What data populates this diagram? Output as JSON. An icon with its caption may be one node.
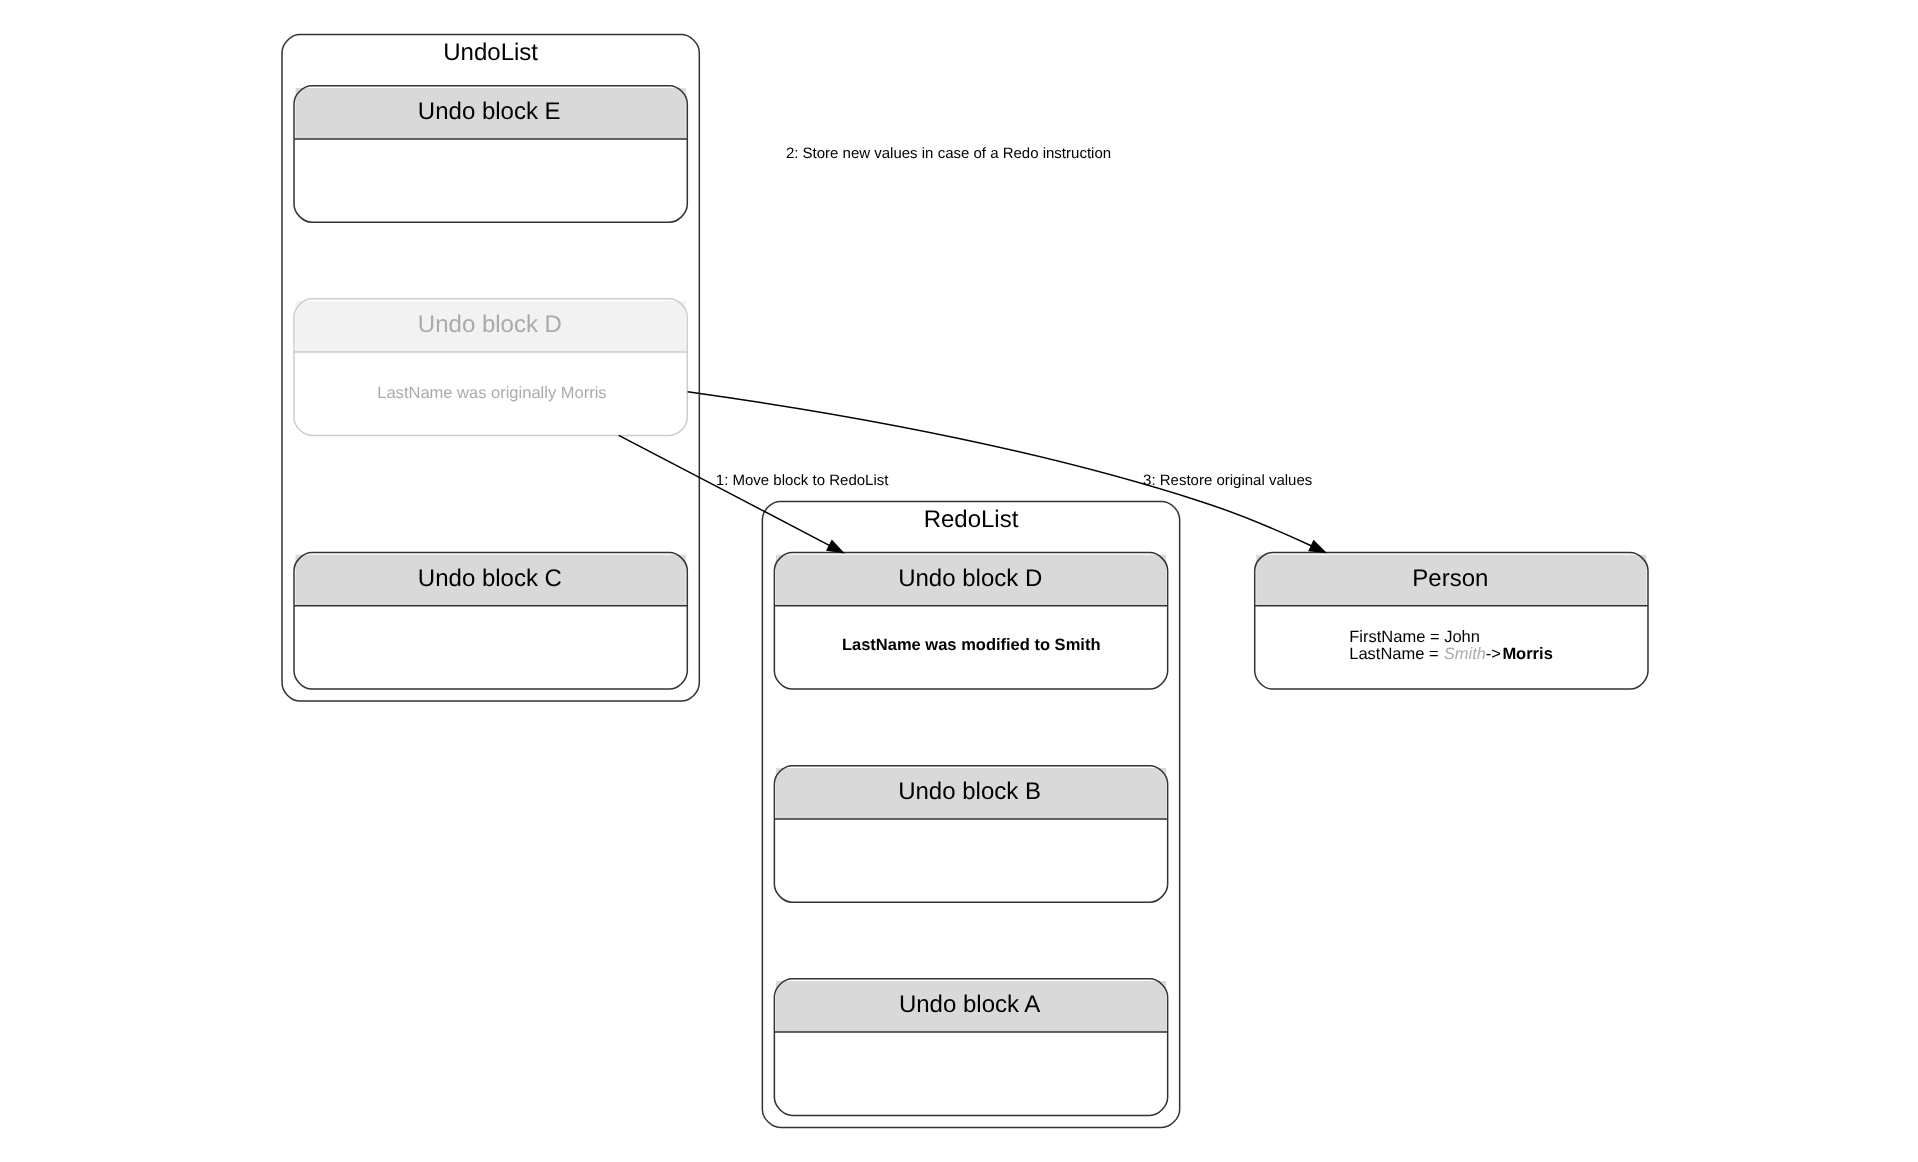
{
  "diagram": {
    "nodes": [
      {
        "text": [
          "UndoList"
        ]
      },
      {
        "text": [
          "Undo block E"
        ],
        "in": 0
      },
      {
        "text": [
          "Undo block D",
          "LastName was originally Morris"
        ],
        "in": 0
      },
      {
        "text": [
          "Undo block C"
        ],
        "in": 0
      },
      {
        "text": [
          "RedoList"
        ]
      },
      {
        "text": [
          "Undo block D",
          "LastName was modified to Smith"
        ],
        "in": 4
      },
      {
        "text": [
          "Undo block B"
        ],
        "in": 4
      },
      {
        "text": [
          "Undo block A"
        ],
        "in": 4
      },
      {
        "text": [
          "Person",
          "FirstName = John",
          "LastName = *Smith*->**Morris**"
        ]
      }
    ],
    "edges": [
      {
        "from": 2,
        "to": 5,
        "arrow": "to",
        "label": "1: Move block to RedoList"
      },
      {
        "from": 2,
        "to": 8,
        "arrow": "to",
        "label": "3: Restore original values"
      }
    ],
    "labels": [
      "2: Store new values in case of a Redo instruction"
    ]
  }
}
